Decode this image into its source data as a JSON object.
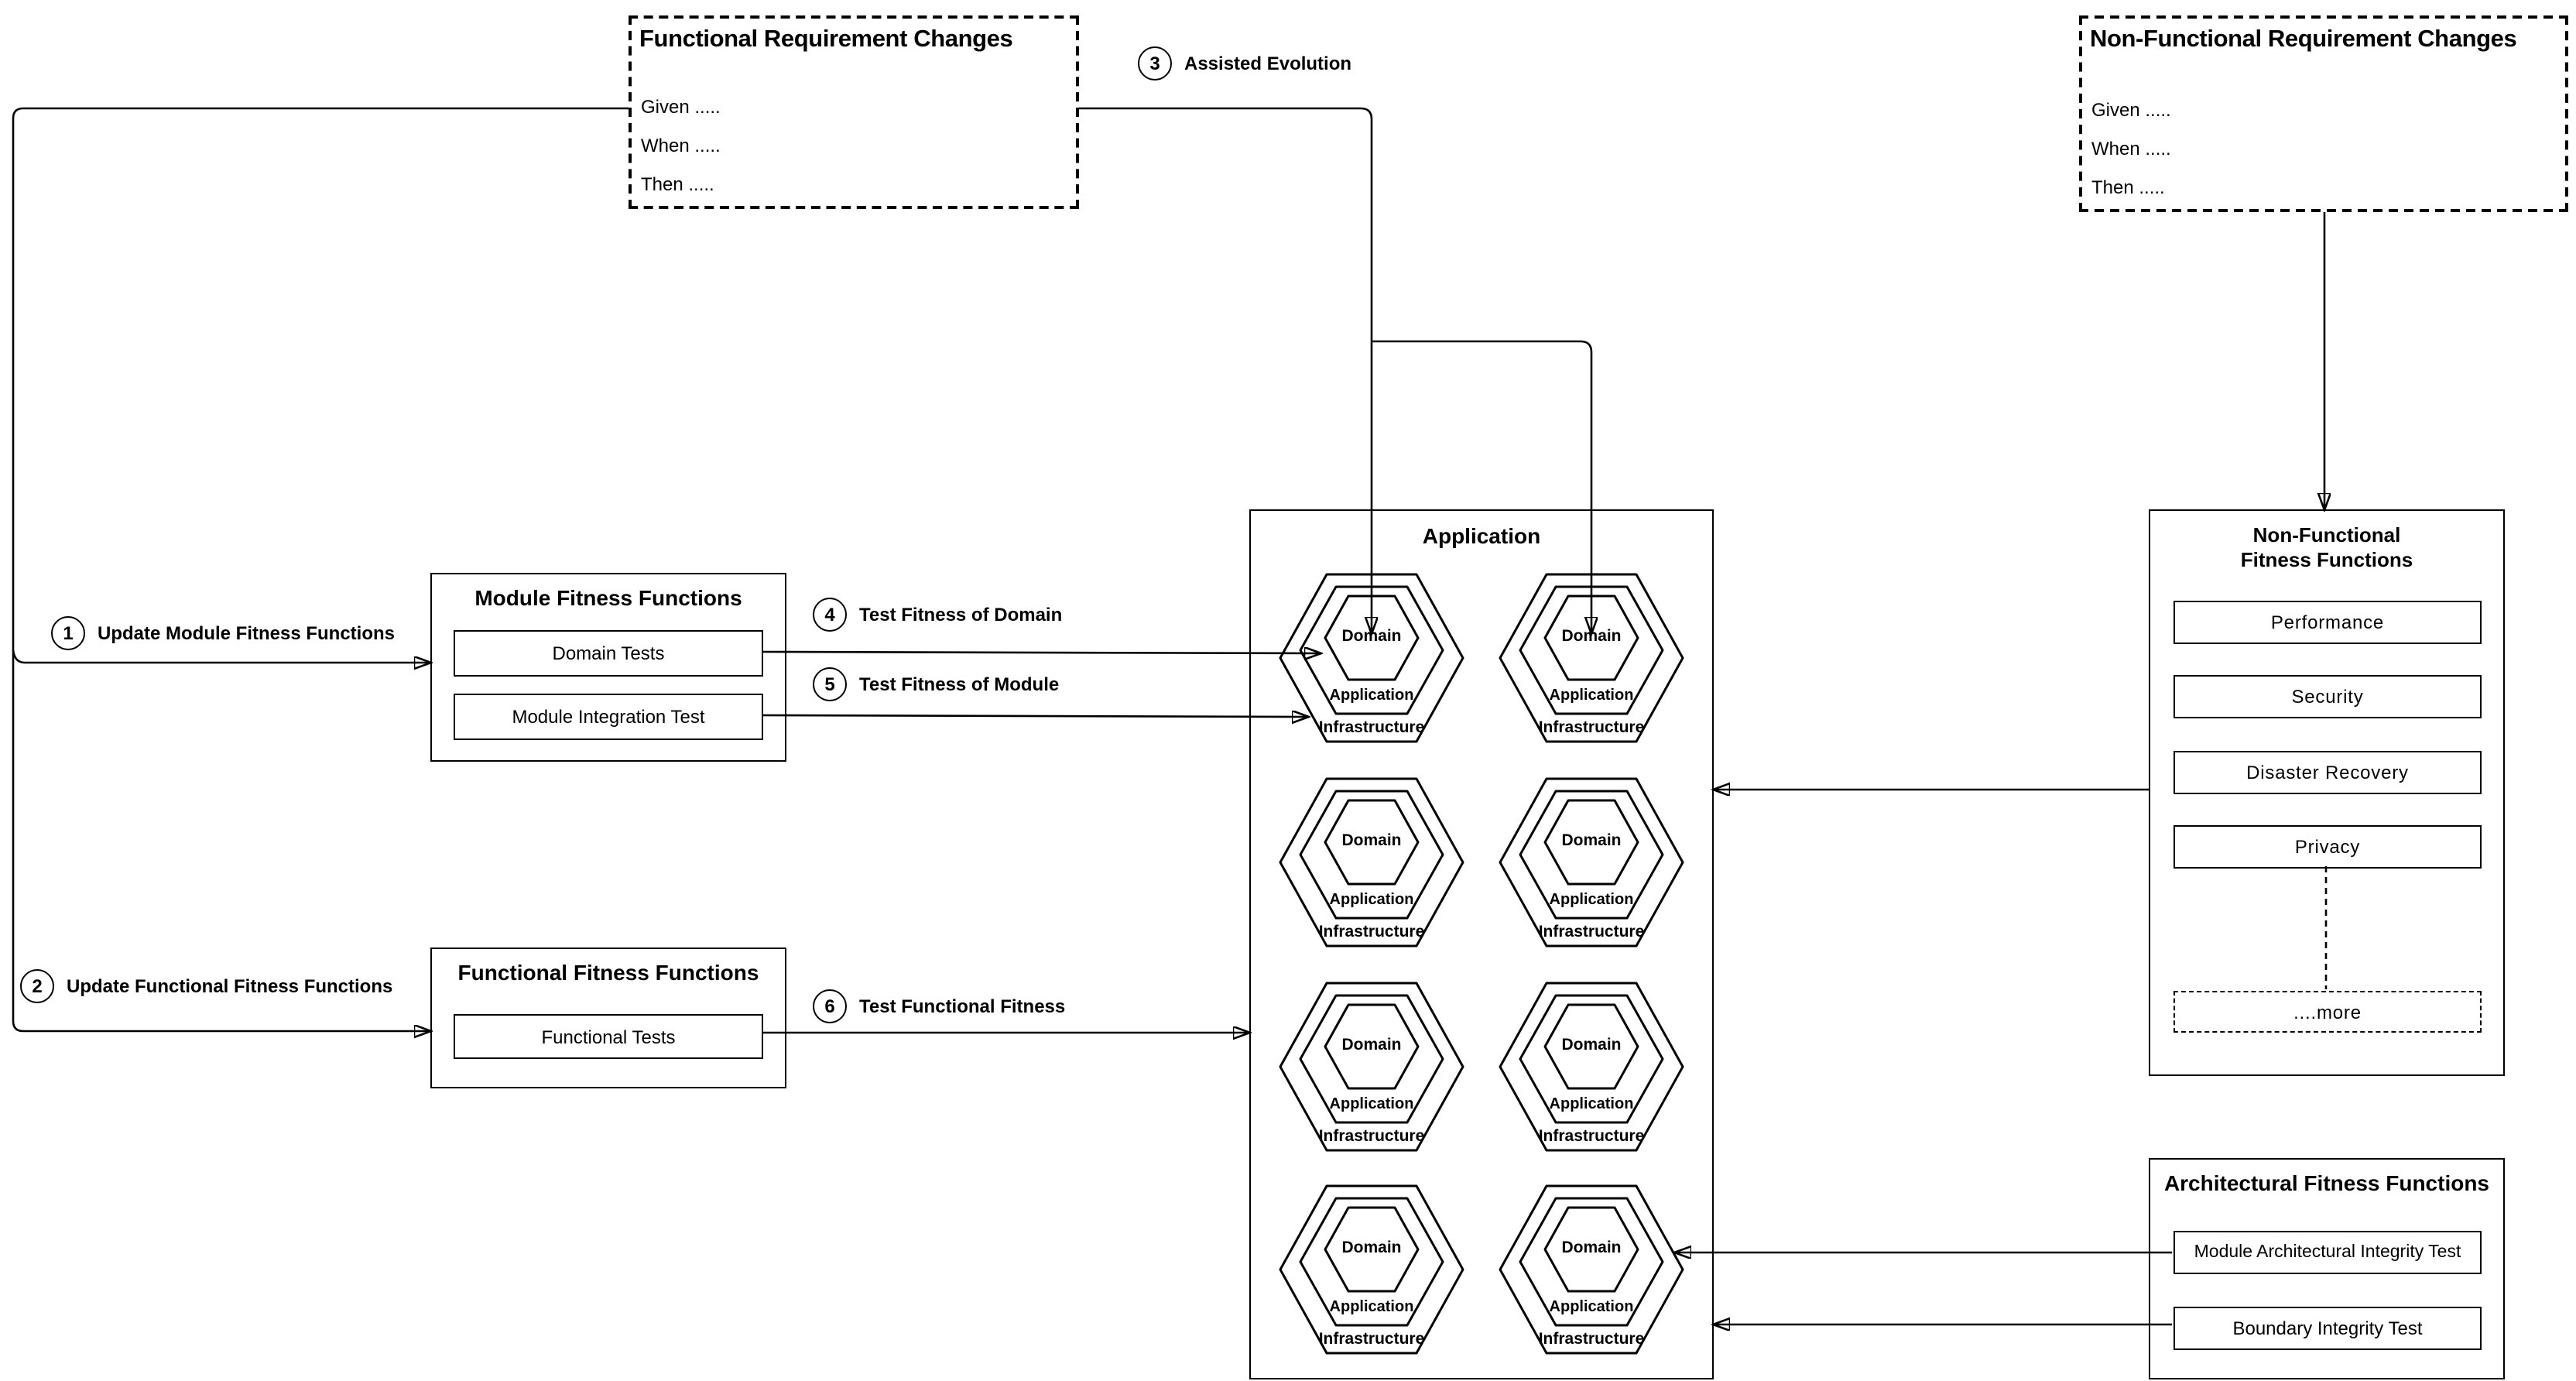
{
  "colors": {
    "stroke": "#000000",
    "background": "#ffffff"
  },
  "functional_requirement_changes": {
    "title": "Functional Requirement Changes",
    "lines": [
      "Given .....",
      "When .....",
      "Then ....."
    ]
  },
  "non_functional_requirement_changes": {
    "title": "Non-Functional Requirement Changes",
    "lines": [
      "Given .....",
      "When .....",
      "Then ....."
    ]
  },
  "steps": [
    {
      "num": "1",
      "label": "Update Module Fitness Functions"
    },
    {
      "num": "2",
      "label": "Update Functional Fitness Functions"
    },
    {
      "num": "3",
      "label": "Assisted Evolution"
    },
    {
      "num": "4",
      "label": "Test Fitness of Domain"
    },
    {
      "num": "5",
      "label": "Test Fitness of Module"
    },
    {
      "num": "6",
      "label": "Test Functional Fitness"
    }
  ],
  "module_fitness_functions": {
    "title": "Module Fitness Functions",
    "tests": [
      "Domain Tests",
      "Module Integration Test"
    ]
  },
  "functional_fitness_functions": {
    "title": "Functional Fitness Functions",
    "tests": [
      "Functional Tests"
    ]
  },
  "application": {
    "title": "Application",
    "module_count": 8,
    "module_rings": {
      "inner": "Domain",
      "middle": "Application",
      "outer": "Infrastructure"
    }
  },
  "non_functional_fitness_functions": {
    "title_line1": "Non-Functional",
    "title_line2": "Fitness Functions",
    "items": [
      "Performance",
      "Security",
      "Disaster Recovery",
      "Privacy"
    ],
    "more_label": "....more"
  },
  "architectural_fitness_functions": {
    "title": "Architectural Fitness Functions",
    "tests": [
      "Module Architectural Integrity Test",
      "Boundary Integrity Test"
    ]
  }
}
